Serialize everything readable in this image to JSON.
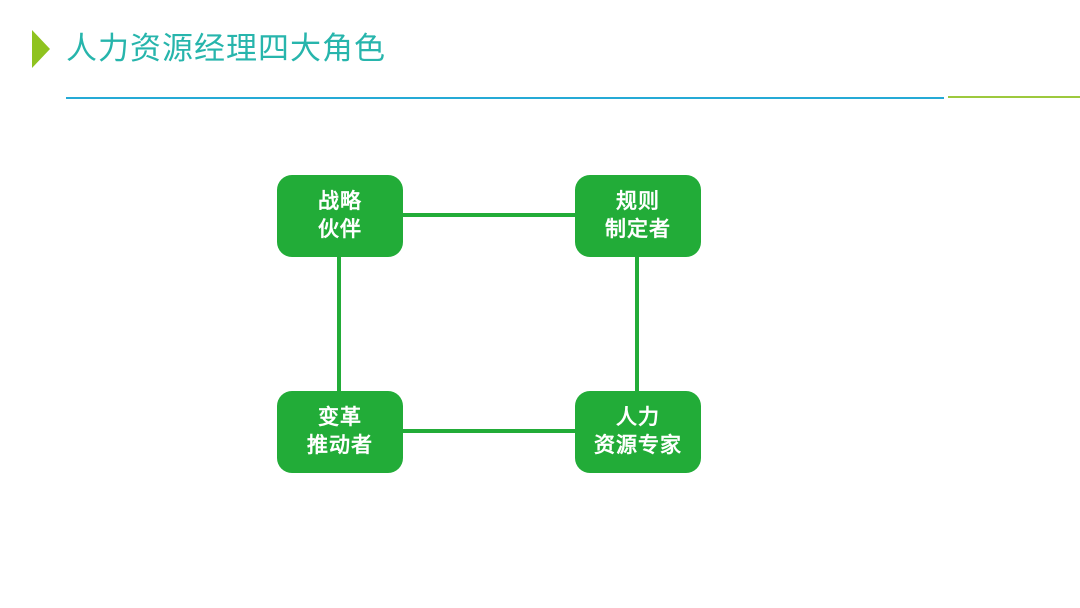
{
  "slide": {
    "title": "人力资源经理四大角色",
    "colors": {
      "title_teal": "#27B5AC",
      "accent_lime": "#8FC31F",
      "underline_cyan": "#25AAD6",
      "underline_lime": "#9DC93D",
      "node_green": "#22AC38",
      "node_text": "#FFFFFF",
      "background": "#FFFFFF"
    }
  },
  "diagram": {
    "nodes": [
      {
        "id": "strategic-partner",
        "position": "top-left",
        "lines": [
          "战略",
          "伙伴"
        ]
      },
      {
        "id": "rule-maker",
        "position": "top-right",
        "lines": [
          "规则",
          "制定者"
        ]
      },
      {
        "id": "change-promoter",
        "position": "bottom-left",
        "lines": [
          "变革",
          "推动者"
        ]
      },
      {
        "id": "hr-expert",
        "position": "bottom-right",
        "lines": [
          "人力",
          "资源专家"
        ]
      }
    ],
    "connections": [
      [
        "strategic-partner",
        "rule-maker"
      ],
      [
        "change-promoter",
        "hr-expert"
      ],
      [
        "strategic-partner",
        "change-promoter"
      ],
      [
        "rule-maker",
        "hr-expert"
      ]
    ]
  }
}
